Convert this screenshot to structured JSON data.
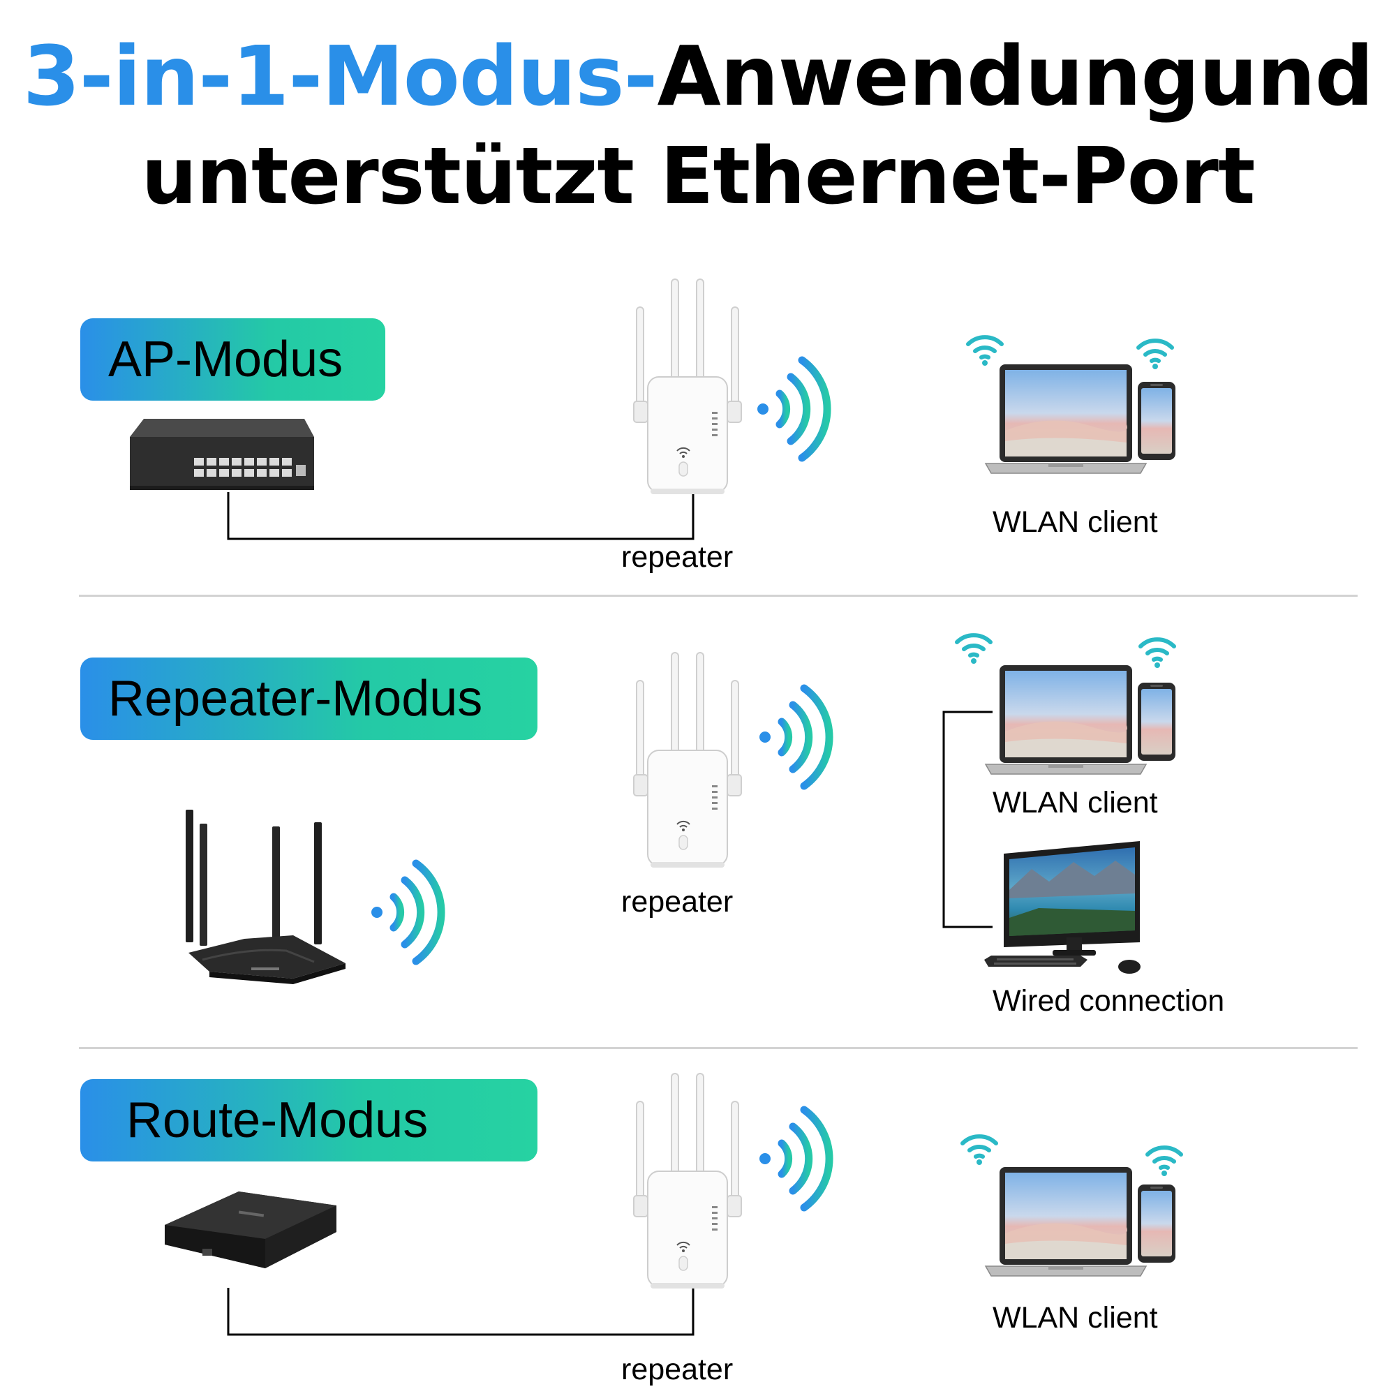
{
  "title": {
    "line1_highlight": "3-in-1-Modus-",
    "line1_rest": "Anwendungund",
    "line2": "unterstützt Ethernet-Port"
  },
  "sections": [
    {
      "mode_label": "AP-Modus",
      "repeater_label": "repeater",
      "clients": [
        "WLAN client"
      ]
    },
    {
      "mode_label": "Repeater-Modus",
      "repeater_label": "repeater",
      "clients": [
        "WLAN client",
        "Wired connection"
      ]
    },
    {
      "mode_label": "Route-Modus",
      "repeater_label": "repeater",
      "clients": [
        "WLAN client"
      ]
    }
  ],
  "colors": {
    "title_highlight": "#2a8fe8",
    "badge_gradient_start": "#2a8fe8",
    "badge_gradient_end": "#26d2a2",
    "signal": "#2ab9c6"
  },
  "icons": [
    "switch-icon",
    "router-icon",
    "set-top-box-icon",
    "repeater-icon",
    "wifi-signal-icon",
    "laptop-icon",
    "smartphone-icon",
    "desktop-computer-icon",
    "keyboard-icon",
    "mouse-icon"
  ]
}
